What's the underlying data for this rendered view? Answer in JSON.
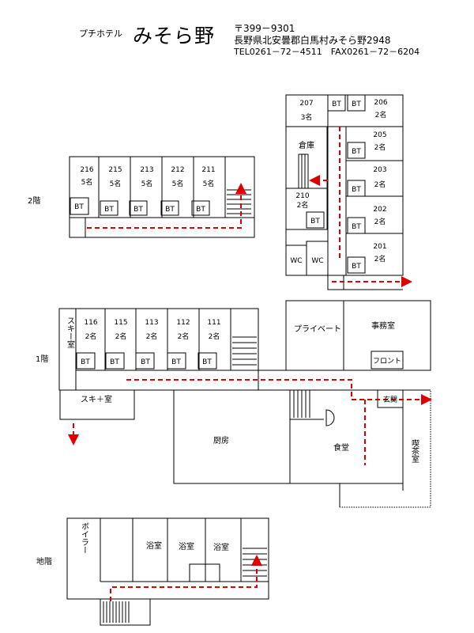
{
  "header": {
    "subtitle": "プチホテル",
    "hotel_name": "みそら野",
    "postal": "〒399－9301",
    "address": "長野県北安曇郡白馬村みそら野2948",
    "contact": "TEL0261－72－4511　FAX0261－72－6204"
  },
  "floors": {
    "second": "2階",
    "first": "1階",
    "basement": "地階"
  },
  "rooms": {
    "r216": "216",
    "r215": "215",
    "r213": "213",
    "r212": "212",
    "r211": "211",
    "r207": "207",
    "r206": "206",
    "r205": "205",
    "r203": "203",
    "r202": "202",
    "r201": "201",
    "r210": "210",
    "r116": "116",
    "r115": "115",
    "r113": "113",
    "r112": "112",
    "r111": "111"
  },
  "capacity": {
    "two": "2名",
    "three": "3名",
    "five": "5名"
  },
  "labels": {
    "bt": "BT",
    "wc": "WC",
    "storage": "倉庫",
    "private": "プライベート",
    "office": "事務室",
    "front": "フロント",
    "ski_room": "スキー室",
    "ski_room_h": "スキ＋室",
    "entrance": "玄関",
    "kitchen": "厨房",
    "dining": "食堂",
    "tea": "喫茶室",
    "boiler": "ボイラー",
    "bath": "浴室"
  },
  "colors": {
    "line": "#000000",
    "route": "#dd0000"
  }
}
